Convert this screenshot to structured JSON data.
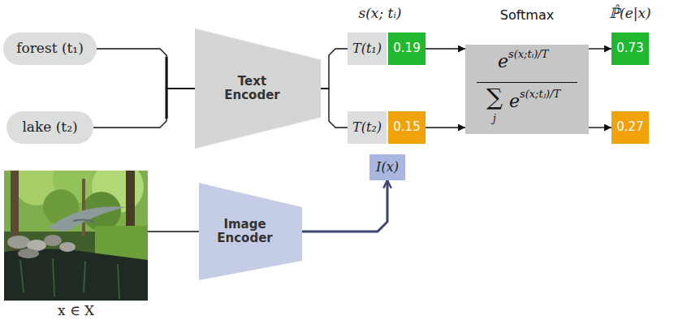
{
  "diagram": {
    "nodes": [
      {
        "text": [
          "forest (t₁)"
        ]
      },
      {
        "text": [
          "lake (t₂)"
        ]
      },
      {
        "text": [
          "Text Encoder"
        ]
      },
      {
        "text": [
          "T(t₁)"
        ]
      },
      {
        "text": [
          "0.19"
        ]
      },
      {
        "text": [
          "T(t₂)"
        ]
      },
      {
        "text": [
          "0.15"
        ]
      },
      {
        "text": [
          "Softmax",
          "e",
          "s(x;tᵢ)/T",
          "∑",
          "j",
          "e",
          "s(x;tⱼ)/T"
        ]
      },
      {
        "text": [
          "0.73"
        ]
      },
      {
        "text": [
          "0.27"
        ]
      },
      {
        "text": [
          "I(x)"
        ]
      },
      {
        "text": [
          "x ∈ X"
        ]
      },
      {
        "text": [
          "Image Encoder"
        ]
      }
    ],
    "edges": [
      {
        "from": 0,
        "to": 2,
        "arrow": "none"
      },
      {
        "from": 1,
        "to": 2,
        "arrow": "none"
      },
      {
        "from": 2,
        "to": 3,
        "arrow": "none"
      },
      {
        "from": 2,
        "to": 5,
        "arrow": "none"
      },
      {
        "from": 4,
        "to": 7,
        "arrow": "to"
      },
      {
        "from": 6,
        "to": 7,
        "arrow": "to"
      },
      {
        "from": 7,
        "to": 8,
        "arrow": "to"
      },
      {
        "from": 7,
        "to": 9,
        "arrow": "to"
      },
      {
        "from": 11,
        "to": 12,
        "arrow": "none"
      },
      {
        "from": 12,
        "to": 10,
        "arrow": "to"
      }
    ],
    "labels": [
      "s(x; tᵢ)",
      "ℙ̂(e|x)"
    ]
  }
}
